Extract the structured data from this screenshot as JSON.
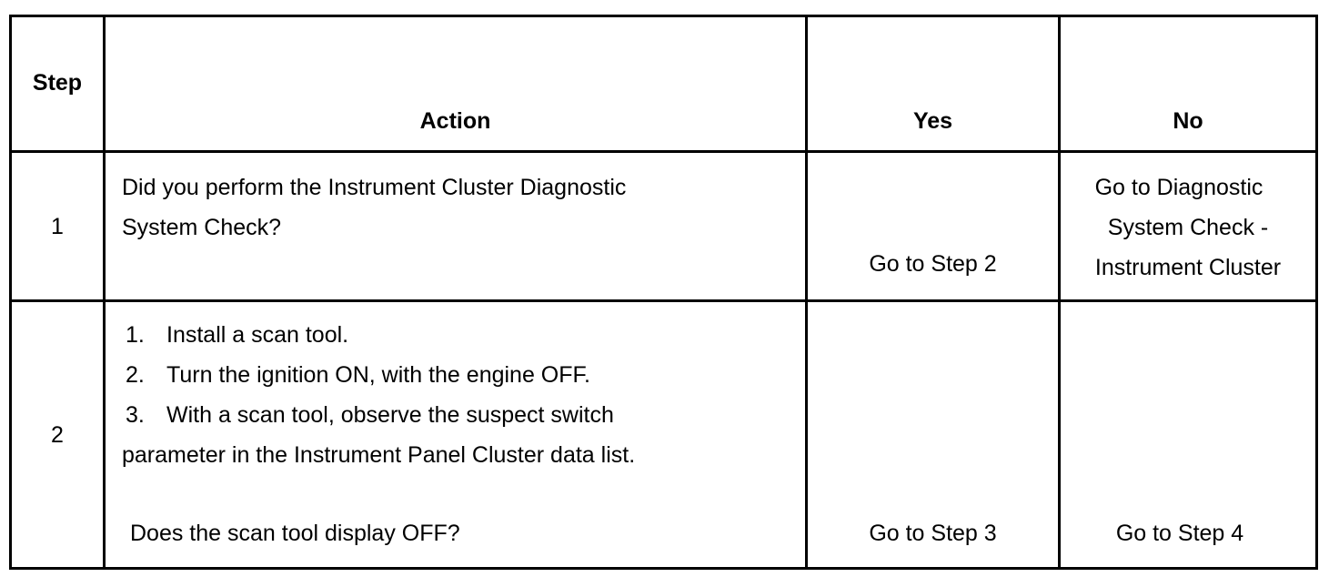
{
  "table": {
    "headers": {
      "step": "Step",
      "action": "Action",
      "yes": "Yes",
      "no": "No"
    },
    "rows": [
      {
        "step": "1",
        "action_lines": [
          "Did you perform the Instrument Cluster Diagnostic",
          "System Check?"
        ],
        "yes": "Go to Step 2",
        "no_lines": [
          "Go to Diagnostic",
          "System Check -",
          "Instrument Cluster"
        ]
      },
      {
        "step": "2",
        "action_list": [
          {
            "num": "1.",
            "text": "Install a scan tool."
          },
          {
            "num": "2.",
            "text": "Turn the ignition ON, with the engine OFF."
          },
          {
            "num": "3.",
            "text": "With a scan tool, observe the suspect switch"
          }
        ],
        "action_continuation": "parameter in the Instrument Panel Cluster data list.",
        "question": "Does the scan tool display OFF?",
        "yes": "Go to Step 3",
        "no": "Go to Step 4"
      }
    ]
  }
}
